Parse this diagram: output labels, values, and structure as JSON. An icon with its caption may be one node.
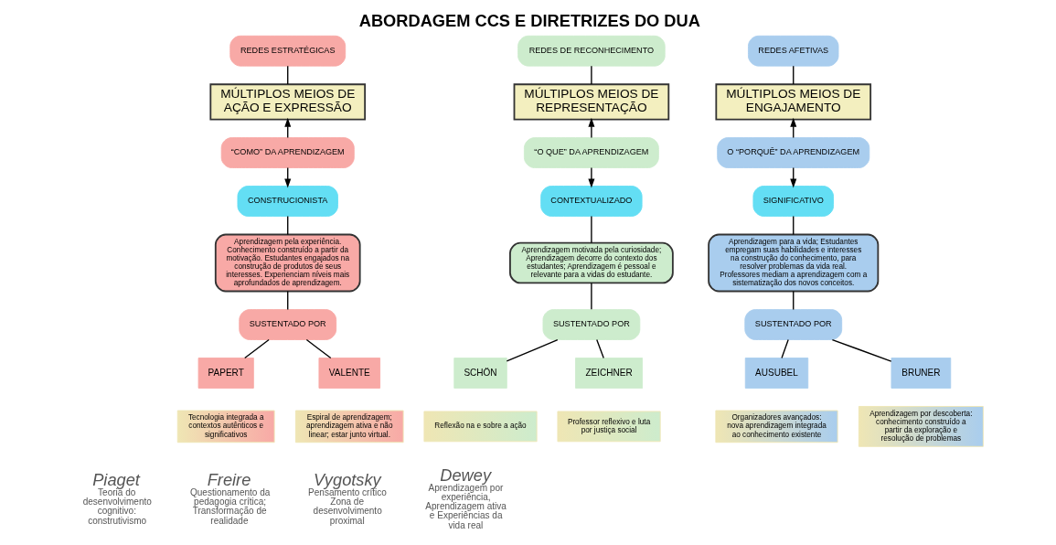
{
  "diagram": {
    "title": "ABORDAGEM CCS E DIRETRIZES DO DUA",
    "nodes": [
      {
        "text": [
          "REDES ESTRATÉGICAS"
        ]
      },
      {
        "text": [
          "MÚLTIPLOS MEIOS DE AÇÃO E EXPRESSÃO"
        ]
      },
      {
        "text": [
          "“COMO” DA APRENDIZAGEM"
        ]
      },
      {
        "text": [
          "CONSTRUCIONISTA"
        ]
      },
      {
        "text": [
          "Aprendizagem pela experiência. Conhecimento construído a partir da motivação. Estudantes engajados na construção de produtos de seus interesses. Experienciam níveis mais aprofundados de aprendizagem."
        ]
      },
      {
        "text": [
          "SUSTENTADO POR"
        ]
      },
      {
        "text": [
          "PAPERT"
        ]
      },
      {
        "text": [
          "Tecnologia integrada a contextos autênticos e significativos"
        ]
      },
      {
        "text": [
          "VALENTE"
        ]
      },
      {
        "text": [
          "Espiral de aprendizagem; aprendizagem ativa e não linear; estar junto virtual."
        ]
      },
      {
        "text": [
          "REDES DE RECONHECIMENTO"
        ]
      },
      {
        "text": [
          "MÚLTIPLOS MEIOS DE REPRESENTAÇÃO"
        ]
      },
      {
        "text": [
          "“O QUE” DA APRENDIZAGEM"
        ]
      },
      {
        "text": [
          "CONTEXTUALIZADO"
        ]
      },
      {
        "text": [
          "Aprendizagem motivada pela curiosidade; Aprendizagem decorre do contexto dos estudantes; Aprendizagem é pessoal e relevante para a vidas do estudante."
        ]
      },
      {
        "text": [
          "SUSTENTADO POR"
        ]
      },
      {
        "text": [
          "SCHÖN"
        ]
      },
      {
        "text": [
          "Reflexão na e sobre a ação"
        ]
      },
      {
        "text": [
          "ZEICHNER"
        ]
      },
      {
        "text": [
          "Professor reflexivo e luta por justiça social"
        ]
      },
      {
        "text": [
          "REDES AFETIVAS"
        ]
      },
      {
        "text": [
          "MÚLTIPLOS MEIOS DE ENGAJAMENTO"
        ]
      },
      {
        "text": [
          "O “PORQUÊ” DA APRENDIZAGEM"
        ]
      },
      {
        "text": [
          "SIGNIFICATIVO"
        ]
      },
      {
        "text": [
          "Aprendizagem para a vida; Estudantes empregam suas habilidades e interesses na construção do conhecimento, para resolver problemas da vida real. Professores mediam a aprendizagem com a sistematização dos novos conceitos."
        ]
      },
      {
        "text": [
          "SUSTENTADO POR"
        ]
      },
      {
        "text": [
          "AUSUBEL"
        ]
      },
      {
        "text": [
          "Organizadores avançados: nova aprendizagem integrada ao conhecimento existente"
        ]
      },
      {
        "text": [
          "BRUNER"
        ]
      },
      {
        "text": [
          "Aprendizagem por descoberta: conhecimento construído a partir da exploração e resolução de problemas"
        ]
      }
    ],
    "edges": [
      {
        "from": 0,
        "to": 1,
        "arrow": "none"
      },
      {
        "from": 2,
        "to": 1,
        "arrow": "to"
      },
      {
        "from": 2,
        "to": 3,
        "arrow": "to"
      },
      {
        "from": 3,
        "to": 4,
        "arrow": "none"
      },
      {
        "from": 4,
        "to": 5,
        "arrow": "none"
      },
      {
        "from": 5,
        "to": 6,
        "arrow": "none"
      },
      {
        "from": 5,
        "to": 8,
        "arrow": "none"
      },
      {
        "from": 10,
        "to": 11,
        "arrow": "none"
      },
      {
        "from": 12,
        "to": 11,
        "arrow": "to"
      },
      {
        "from": 12,
        "to": 13,
        "arrow": "to"
      },
      {
        "from": 13,
        "to": 14,
        "arrow": "none"
      },
      {
        "from": 14,
        "to": 15,
        "arrow": "none"
      },
      {
        "from": 15,
        "to": 16,
        "arrow": "none"
      },
      {
        "from": 15,
        "to": 18,
        "arrow": "none"
      },
      {
        "from": 20,
        "to": 21,
        "arrow": "none"
      },
      {
        "from": 22,
        "to": 21,
        "arrow": "to"
      },
      {
        "from": 22,
        "to": 23,
        "arrow": "to"
      },
      {
        "from": 23,
        "to": 24,
        "arrow": "none"
      },
      {
        "from": 24,
        "to": 25,
        "arrow": "none"
      },
      {
        "from": 25,
        "to": 26,
        "arrow": "none"
      },
      {
        "from": 25,
        "to": 28,
        "arrow": "none"
      }
    ],
    "labels": [
      "Piaget",
      "Teoria do desenvolvimento cognitivo: construtivismo",
      "Freire",
      "Questionamento da pedagogia crítica; Transformação de realidade",
      "Vygotsky",
      "Pensamento crítico Zona de desenvolvimento proximal",
      "Dewey",
      "Aprendizagem por experiência, Aprendizagem ativa e Experiências da vida real"
    ]
  }
}
